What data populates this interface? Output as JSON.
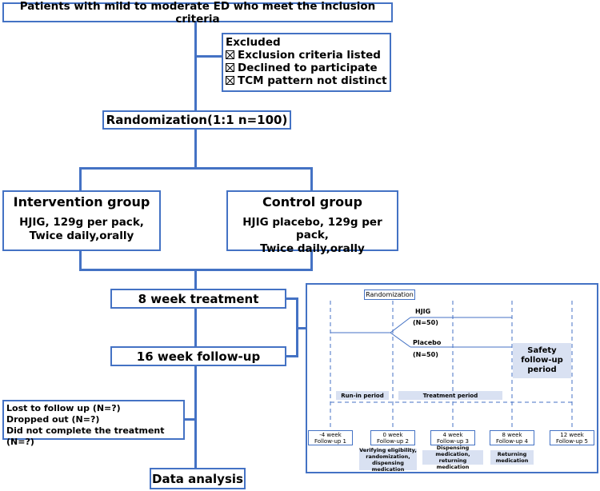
{
  "flow": {
    "inclusion": "Patients with mild to moderate ED who meet the inclusion criteria",
    "excluded": {
      "title": "Excluded",
      "items": [
        "Exclusion criteria listed",
        "Declined to participate",
        "TCM pattern not distinct"
      ]
    },
    "randomization": "Randomization(1:1 n=100)",
    "intervention": {
      "title": "Intervention group",
      "line1": "HJIG, 129g per pack,",
      "line2": "Twice daily,orally"
    },
    "control": {
      "title": "Control group",
      "line1": "HJIG placebo, 129g per pack,",
      "line2": "Twice daily,orally"
    },
    "treatment": "8 week treatment",
    "followup": "16 week follow-up",
    "lost": {
      "line1": "Lost to follow up (N=?)",
      "line2": "Dropped out (N=?)",
      "line3": "Did not complete the treatment (N=?)"
    },
    "analysis": "Data analysis"
  },
  "timeline": {
    "randomization_label": "Randomization",
    "hjig": "HJIG",
    "hjig_n": "(N=50)",
    "placebo": "Placebo",
    "placebo_n": "(N=50)",
    "safety": [
      "Safety",
      "follow-up",
      "period"
    ],
    "runin": "Run-in period",
    "treatment_period": "Treatment period",
    "visits": [
      {
        "week": "-4 week",
        "fu": "Follow-up 1"
      },
      {
        "week": "0 week",
        "fu": "Follow-up 2"
      },
      {
        "week": "4 week",
        "fu": "Follow-up 3"
      },
      {
        "week": "8 week",
        "fu": "Follow-up 4"
      },
      {
        "week": "12 week",
        "fu": "Follow-up 5"
      }
    ],
    "notes": [
      [
        "Verifying eligibility,",
        "randomization,",
        "dispensing medication"
      ],
      [
        "Dispensing medication,",
        "returning medication"
      ],
      [
        "Returning",
        "medication"
      ]
    ]
  },
  "colors": {
    "accent": "#4472c4",
    "shade": "#d9e1f2"
  }
}
